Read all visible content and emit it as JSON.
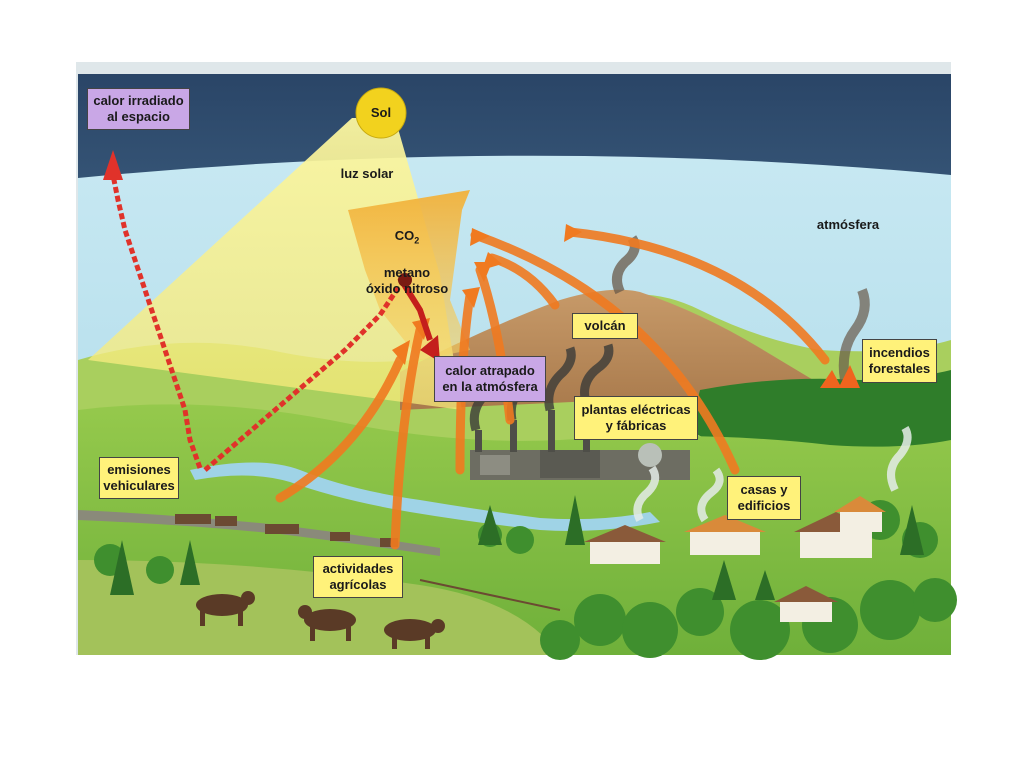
{
  "labels": {
    "heat_radiated": "calor irradiado\nal espacio",
    "sun": "Sol",
    "sunlight": "luz solar",
    "gases_co": "CO",
    "gases_sub": "2",
    "gases_rest": "metano\nóxido nitroso",
    "atmosphere": "atmósfera",
    "volcano": "volcán",
    "heat_trapped": "calor atrapado\nen la atmósfera",
    "forest_fires": "incendios\nforestales",
    "power_plants": "plantas eléctricas\ny fábricas",
    "vehicle_emissions": "emisiones\nvehiculares",
    "homes": "casas y\nedificios",
    "agriculture": "actividades\nagrícolas"
  },
  "colors": {
    "sky_dark": "#2c4a6b",
    "sky_light": "#bfe4f0",
    "sunlight_beam": "#f7f08a",
    "sun": "#f2d21e",
    "gas_arrow": "#f0a52a",
    "emission_arrow": "#f07a20",
    "radiation_wave": "#e0322a",
    "label_yellow": "#fff27a",
    "label_purple": "#c9a7e6",
    "grass": "#7fbd3c",
    "forest": "#2f7d2a",
    "mountain": "#b9895a"
  }
}
